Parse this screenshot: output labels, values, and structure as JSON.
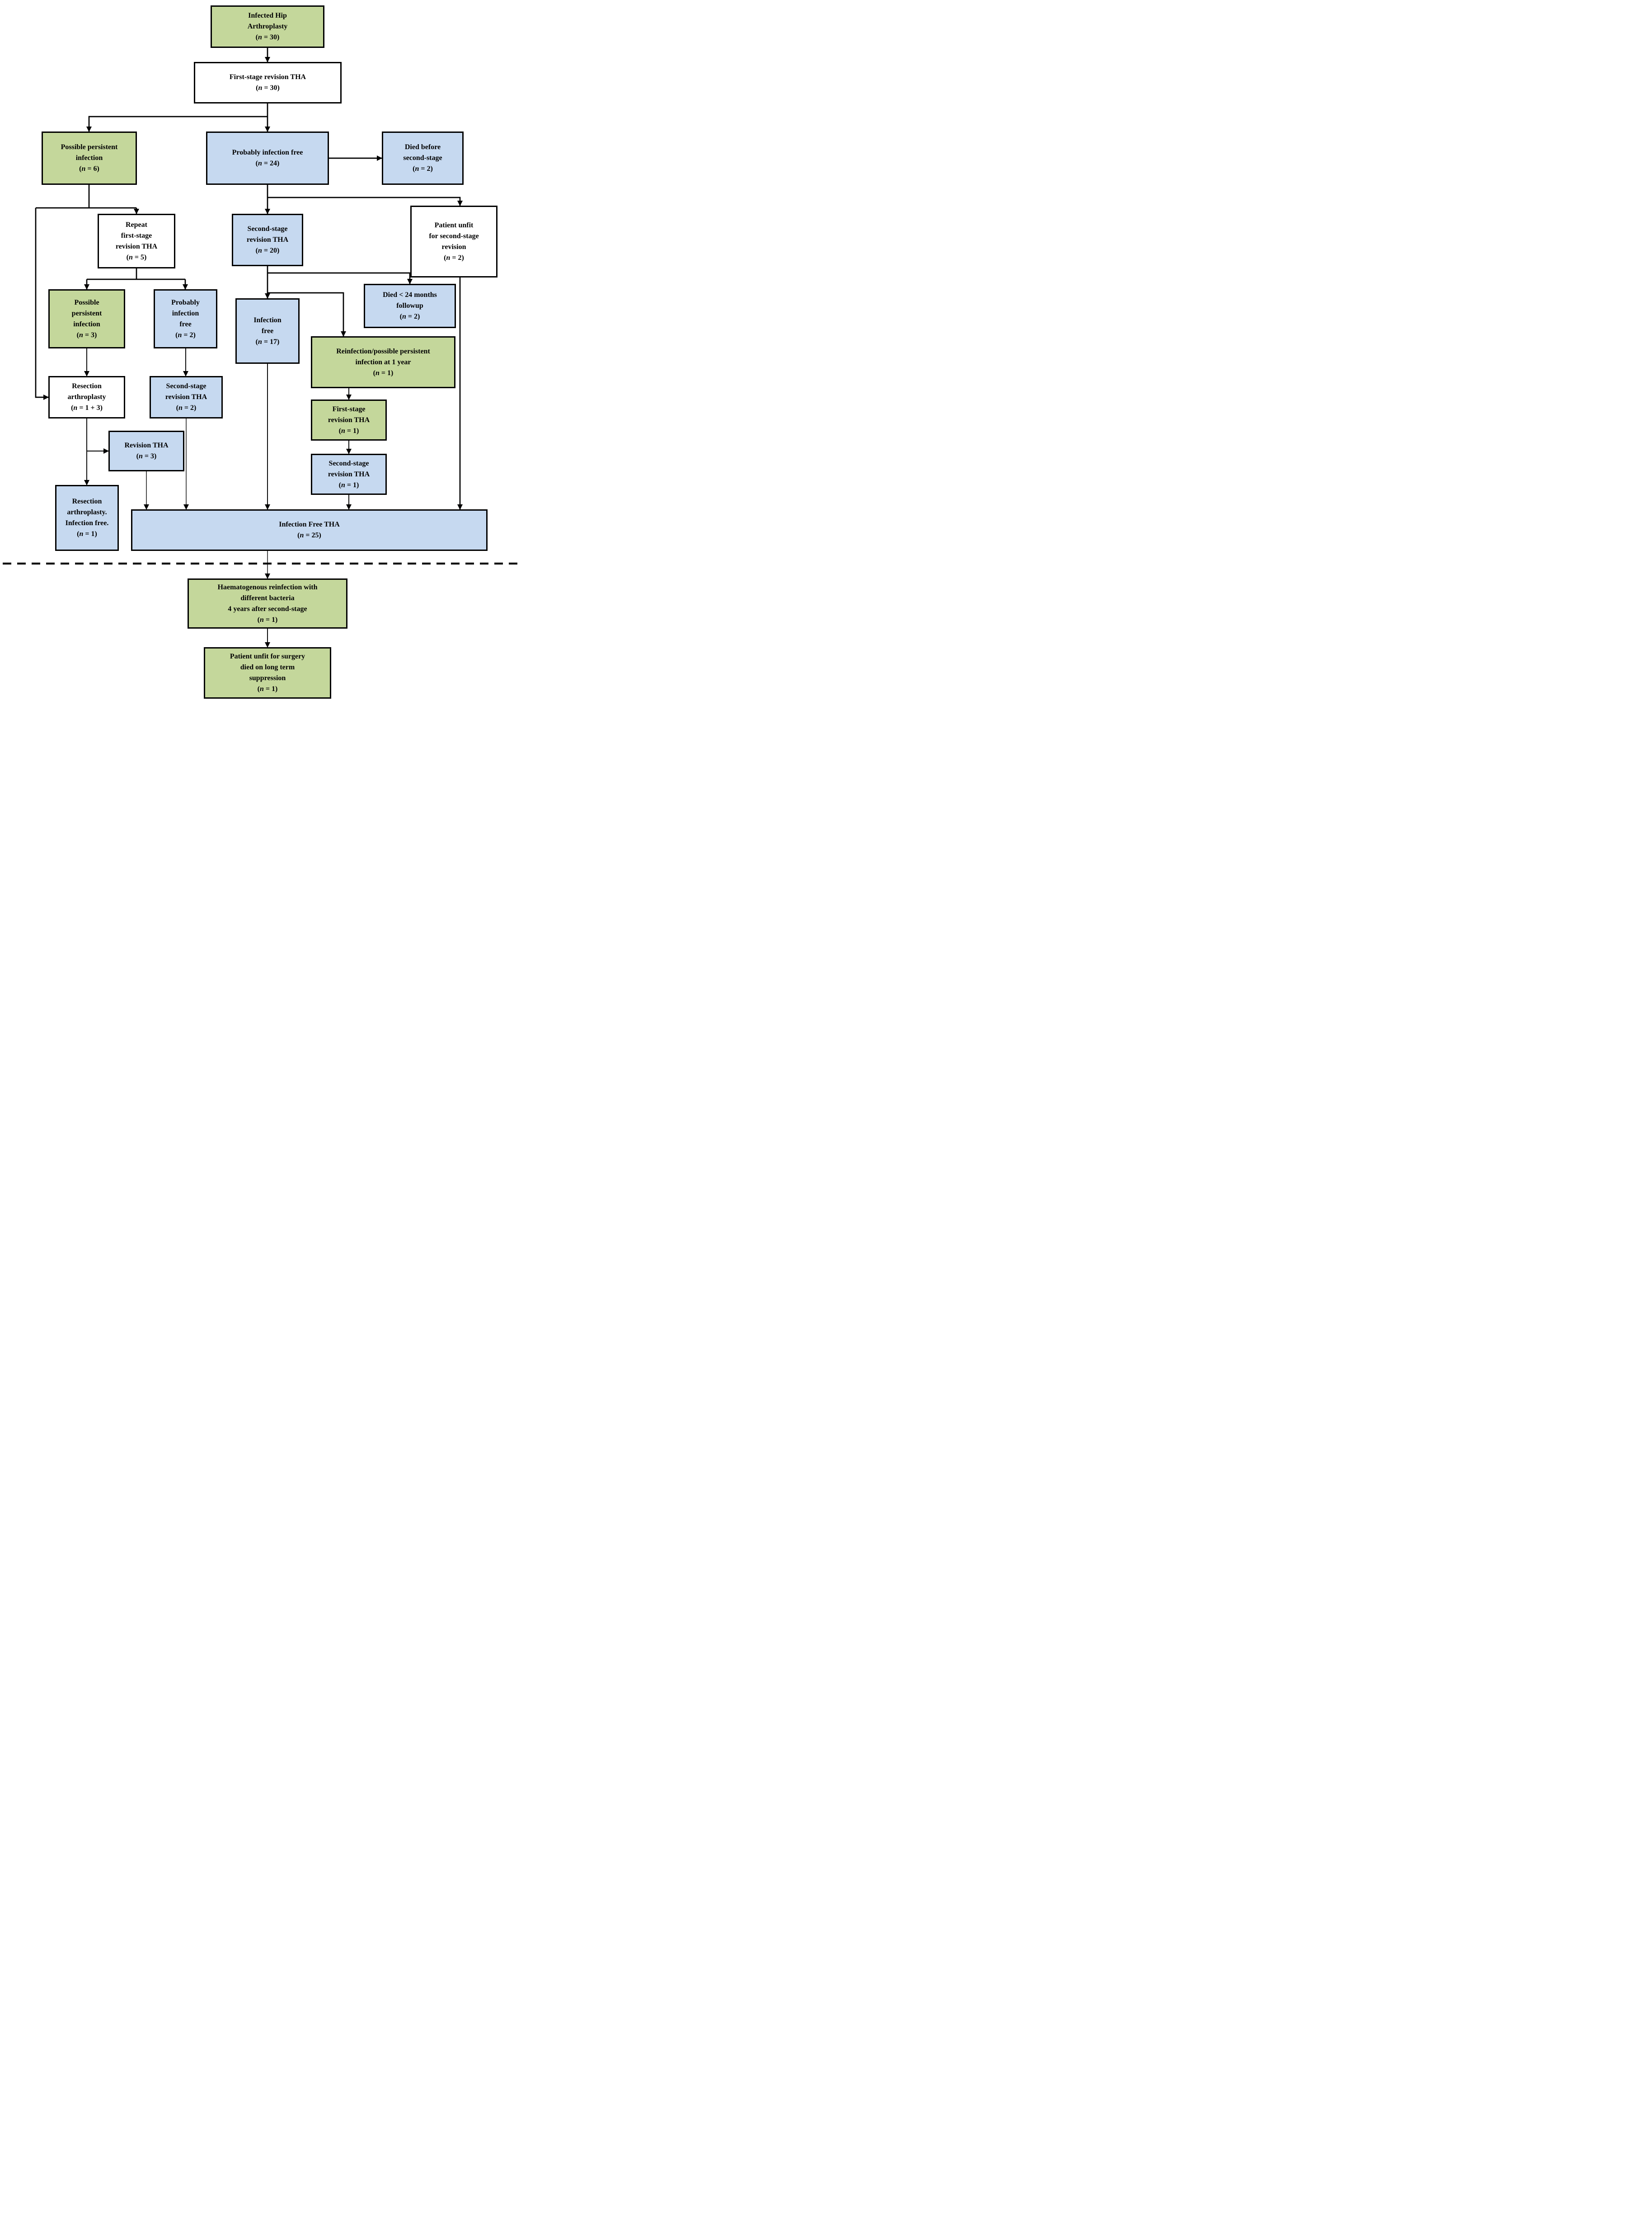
{
  "colors": {
    "box_green": "#c4d79b",
    "box_blue": "#c6d9f0",
    "box_white": "#ffffff",
    "line": "#000000"
  },
  "nodes": {
    "infected_hip": {
      "lines": [
        "Infected Hip",
        "Arthroplasty",
        "(n = 30)"
      ]
    },
    "first_stage_30": {
      "lines": [
        "First-stage revision THA",
        "(n = 30)"
      ]
    },
    "possible_persistent_6": {
      "lines": [
        "Possible persistent",
        "infection",
        "(n = 6)"
      ]
    },
    "probably_free_24": {
      "lines": [
        "Probably infection free",
        "(n = 24)"
      ]
    },
    "died_before": {
      "lines": [
        "Died before",
        "second-stage",
        "(n = 2)"
      ]
    },
    "repeat_first_5": {
      "lines": [
        "Repeat",
        "first-stage",
        "revision THA",
        "(n = 5)"
      ]
    },
    "second_stage_20": {
      "lines": [
        "Second-stage",
        "revision THA",
        "(n = 20)"
      ]
    },
    "patient_unfit_rev": {
      "lines": [
        "Patient unfit",
        "for second-stage",
        "revision",
        "(n = 2)"
      ]
    },
    "possible_persistent_3": {
      "lines": [
        "Possible",
        "persistent",
        "infection",
        "(n = 3)"
      ]
    },
    "probably_free_2": {
      "lines": [
        "Probably",
        "infection",
        "free",
        "(n = 2)"
      ]
    },
    "infection_free_17": {
      "lines": [
        "Infection",
        "free",
        "(n = 17)"
      ]
    },
    "died_24_followup": {
      "lines": [
        "Died < 24 months",
        "followup",
        "(n = 2)"
      ]
    },
    "reinfection_1yr": {
      "lines": [
        "Reinfection/possible persistent",
        "infection at 1 year",
        "(n = 1)"
      ]
    },
    "resection_13": {
      "lines": [
        "Resection",
        "arthroplasty",
        "(n = 1 + 3)"
      ]
    },
    "second_stage_2": {
      "lines": [
        "Second-stage",
        "revision THA",
        "(n = 2)"
      ]
    },
    "revision_3": {
      "lines": [
        "Revision THA",
        "(n = 3)"
      ]
    },
    "first_stage_1": {
      "lines": [
        "First-stage",
        "revision THA",
        "(n = 1)"
      ]
    },
    "second_stage_1": {
      "lines": [
        "Second-stage",
        "revision THA",
        "(n = 1)"
      ]
    },
    "resection_free_1": {
      "lines": [
        "Resection",
        "arthroplasty.",
        "Infection free.",
        "(n = 1)"
      ]
    },
    "infection_free_tha": {
      "lines": [
        "Infection Free THA",
        "(n = 25)"
      ]
    },
    "haematogenous": {
      "lines": [
        "Haematogenous reinfection with",
        "different bacteria",
        "4 years after second-stage",
        "(n = 1)"
      ]
    },
    "unfit_surgery": {
      "lines": [
        "Patient unfit for surgery",
        "died on long term",
        "suppression",
        "(n = 1)"
      ]
    }
  },
  "edges": [
    {
      "from": "infected_hip",
      "to": "first_stage_30"
    },
    {
      "from": "first_stage_30",
      "to": "possible_persistent_6"
    },
    {
      "from": "first_stage_30",
      "to": "probably_free_24"
    },
    {
      "from": "probably_free_24",
      "to": "died_before"
    },
    {
      "from": "probably_free_24",
      "to": "second_stage_20"
    },
    {
      "from": "probably_free_24",
      "to": "patient_unfit_rev"
    },
    {
      "from": "possible_persistent_6",
      "to": "repeat_first_5"
    },
    {
      "from": "possible_persistent_6",
      "to": "resection_13"
    },
    {
      "from": "repeat_first_5",
      "to": "possible_persistent_3"
    },
    {
      "from": "repeat_first_5",
      "to": "probably_free_2"
    },
    {
      "from": "possible_persistent_3",
      "to": "resection_13"
    },
    {
      "from": "probably_free_2",
      "to": "second_stage_2"
    },
    {
      "from": "second_stage_20",
      "to": "died_24_followup"
    },
    {
      "from": "second_stage_20",
      "to": "reinfection_1yr"
    },
    {
      "from": "second_stage_20",
      "to": "infection_free_17"
    },
    {
      "from": "resection_13",
      "to": "revision_3"
    },
    {
      "from": "resection_13",
      "to": "resection_free_1"
    },
    {
      "from": "revision_3",
      "to": "infection_free_tha"
    },
    {
      "from": "second_stage_2",
      "to": "infection_free_tha"
    },
    {
      "from": "infection_free_17",
      "to": "infection_free_tha"
    },
    {
      "from": "reinfection_1yr",
      "to": "first_stage_1"
    },
    {
      "from": "first_stage_1",
      "to": "second_stage_1"
    },
    {
      "from": "second_stage_1",
      "to": "infection_free_tha"
    },
    {
      "from": "patient_unfit_rev",
      "to": "infection_free_tha"
    },
    {
      "from": "infection_free_tha",
      "to": "haematogenous"
    },
    {
      "from": "haematogenous",
      "to": "unfit_surgery"
    }
  ]
}
